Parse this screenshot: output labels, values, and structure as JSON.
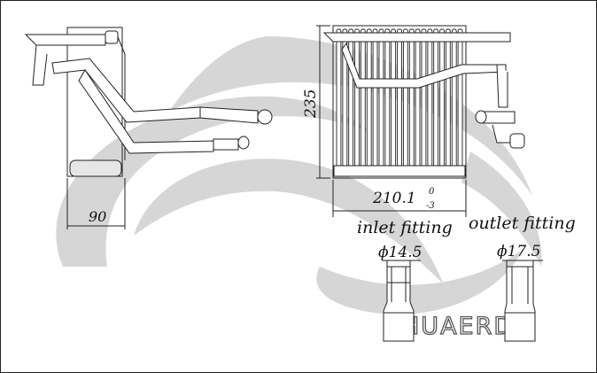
{
  "colors": {
    "line": "#222222",
    "watermark": "#cccccc",
    "background": "#ffffff"
  },
  "dimensions": {
    "depth": "90",
    "height": "235",
    "width_main": "210.1",
    "width_tol_upper": "0",
    "width_tol_lower": "-3"
  },
  "fittings": {
    "inlet_label": "inlet fitting",
    "outlet_label": "outlet fitting",
    "inlet_diameter": "ϕ14.5",
    "outlet_diameter": "ϕ17.5"
  },
  "watermark": {
    "brand": "HUAERDA"
  }
}
